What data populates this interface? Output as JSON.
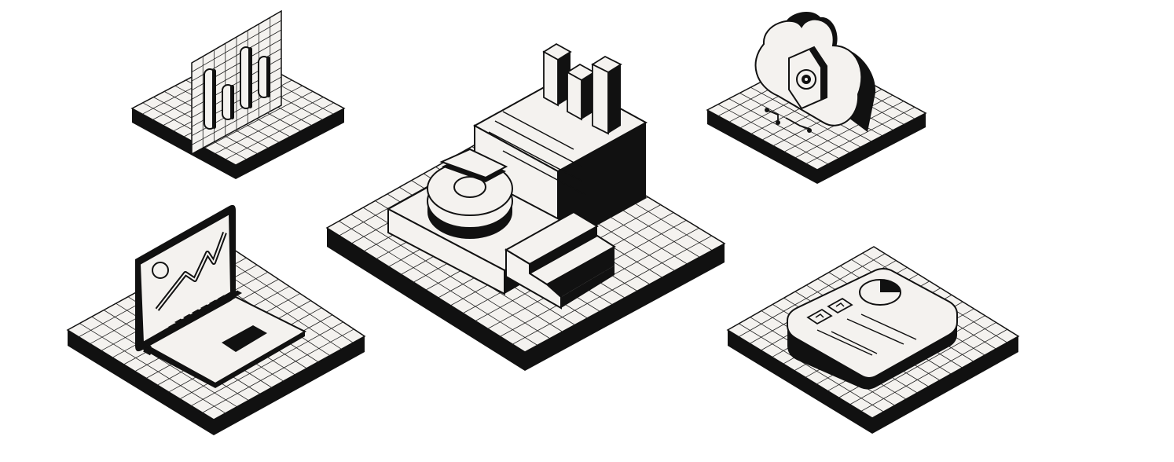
{
  "colors": {
    "ink": "#111111",
    "paper": "#f4f2ef",
    "background": "#ffffff",
    "grid": "#222222"
  },
  "illustrations": [
    {
      "name": "bar-chart-panel-tile",
      "icon": "bar-chart-icon"
    },
    {
      "name": "dashboard-blocks-tile",
      "icon": "analytics-dashboard-icon"
    },
    {
      "name": "cloud-security-tile",
      "icon": "cloud-lock-icon"
    },
    {
      "name": "laptop-tile",
      "icon": "laptop-chart-icon"
    },
    {
      "name": "report-card-tile",
      "icon": "report-card-icon"
    }
  ]
}
